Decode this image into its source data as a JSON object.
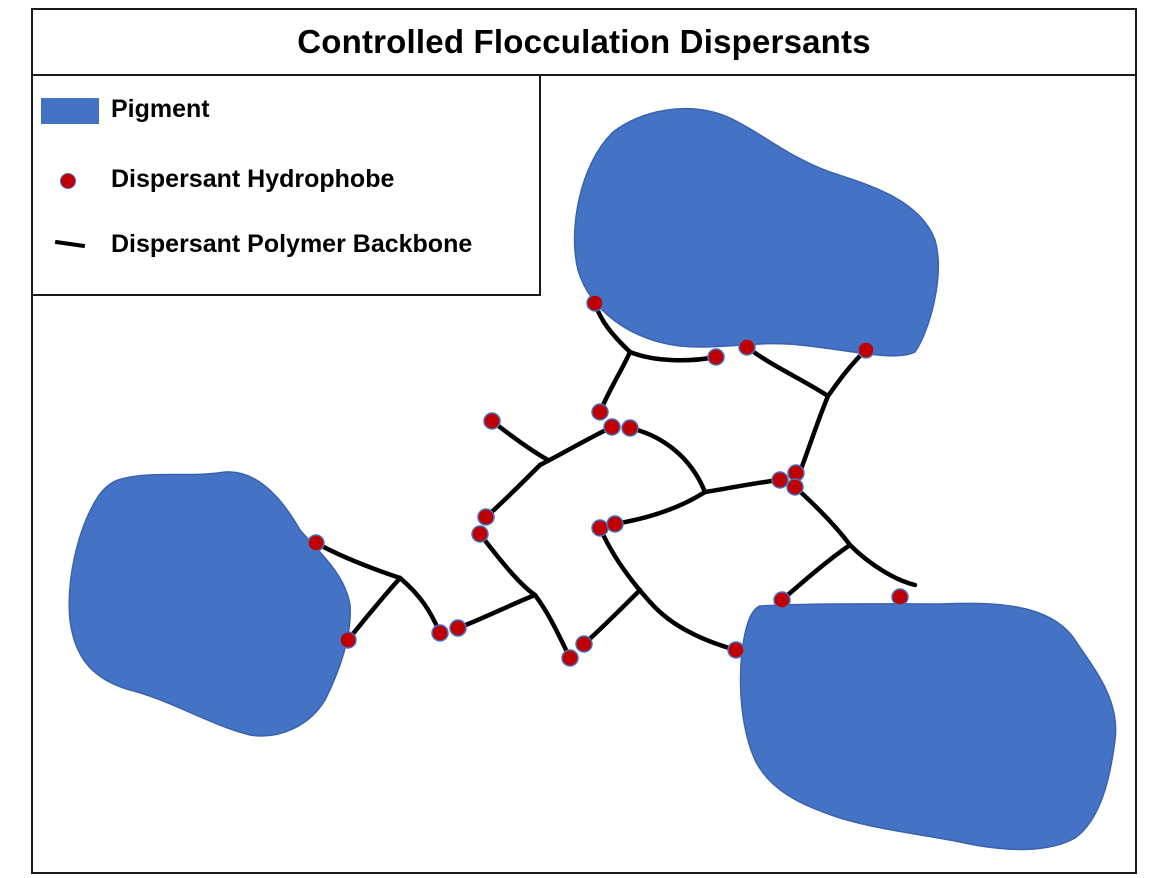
{
  "title": "Controlled Flocculation Dispersants",
  "legend": {
    "pigment": "Pigment",
    "hydrophobe": "Dispersant Hydrophobe",
    "backbone": "Dispersant Polymer Backbone"
  },
  "colors": {
    "pigment": "#4472c4",
    "hydrophobe": "#c00000",
    "hydrophobe_outline": "#4472c4",
    "backbone": "#000000"
  }
}
